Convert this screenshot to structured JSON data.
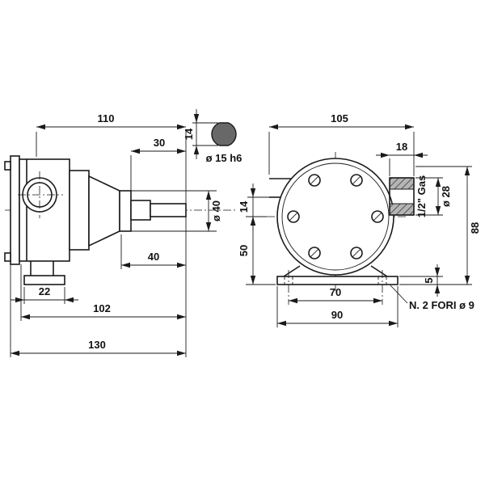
{
  "drawing": {
    "kind": "pump technical drawing, two orthographic views",
    "side_view": {
      "dims": {
        "overall_110": "110",
        "shaft_30": "30",
        "shaft_flat_14": "14",
        "shaft_dia": "ø 15 h6",
        "hub_dia": "ø 40",
        "len_40": "40",
        "foot_22": "22",
        "len_102": "102",
        "overall_130": "130"
      }
    },
    "front_view": {
      "dims": {
        "overall_105": "105",
        "port_18": "18",
        "port_thread": "1/2\" Gas",
        "port_dia": "ø 28",
        "height_88": "88",
        "offset_14": "14",
        "height_50": "50",
        "base_5": "5",
        "holes_70": "70",
        "base_90": "90"
      },
      "note": "N. 2 FORI ø 9"
    },
    "colors": {
      "line": "#1a1a1a",
      "hatch": "#b5b5b5",
      "section_fill": "#686868"
    }
  }
}
